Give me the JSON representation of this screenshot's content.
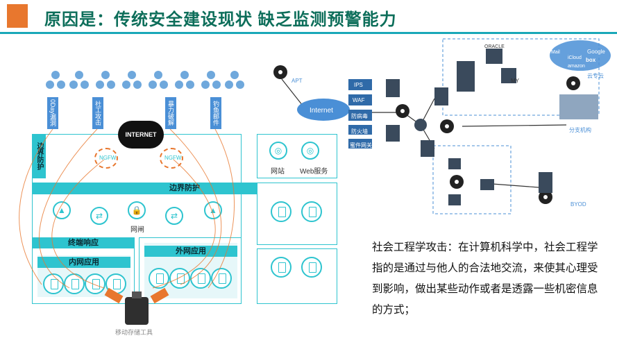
{
  "title": "原因是：传统安全建设现状  缺乏监测预警能力",
  "left": {
    "attack_labels": [
      "0Day漏洞",
      "社工攻击",
      "暴力破解",
      "钓鱼邮件"
    ],
    "internet_label": "INTERNET",
    "boundary_vertical": "边界防护",
    "ngfw_label": "NGFW",
    "boundary_band": "边界防护",
    "gateway_label": "网闸",
    "terminal_band": "终端响应",
    "intranet_band": "内网应用",
    "extranet_band": "外网应用",
    "website_label": "网站",
    "web_service_label": "Web服务",
    "usb_label": "移动存储工具"
  },
  "right": {
    "apt_label": "APT",
    "internet_label": "Internet",
    "ips_label": "IPS",
    "waf_label": "WAF",
    "antivirus_label": "防病毒",
    "firewall_label": "防火墙",
    "gatekeeper_label": "蜜件网关",
    "oracle_label": "ORACLE",
    "my_label": "MY",
    "branch_label": "分支机构",
    "cloud_label": "云专云",
    "byod_label": "BYOD",
    "cloud_brands": [
      "Mail",
      "iCloud",
      "Google",
      "box",
      "amazon"
    ]
  },
  "description": "社会工程学攻击：在计算机科学中，社会工程学指的是通过与他人的合法地交流，来使其心理受到影响，做出某些动作或者是透露一些机密信息的方式；",
  "colors": {
    "accent": "#e8772e",
    "title": "#0d6e5a",
    "teal": "#2ec4cf",
    "blue": "#4a8fd6",
    "line": "#1aa8b8"
  }
}
